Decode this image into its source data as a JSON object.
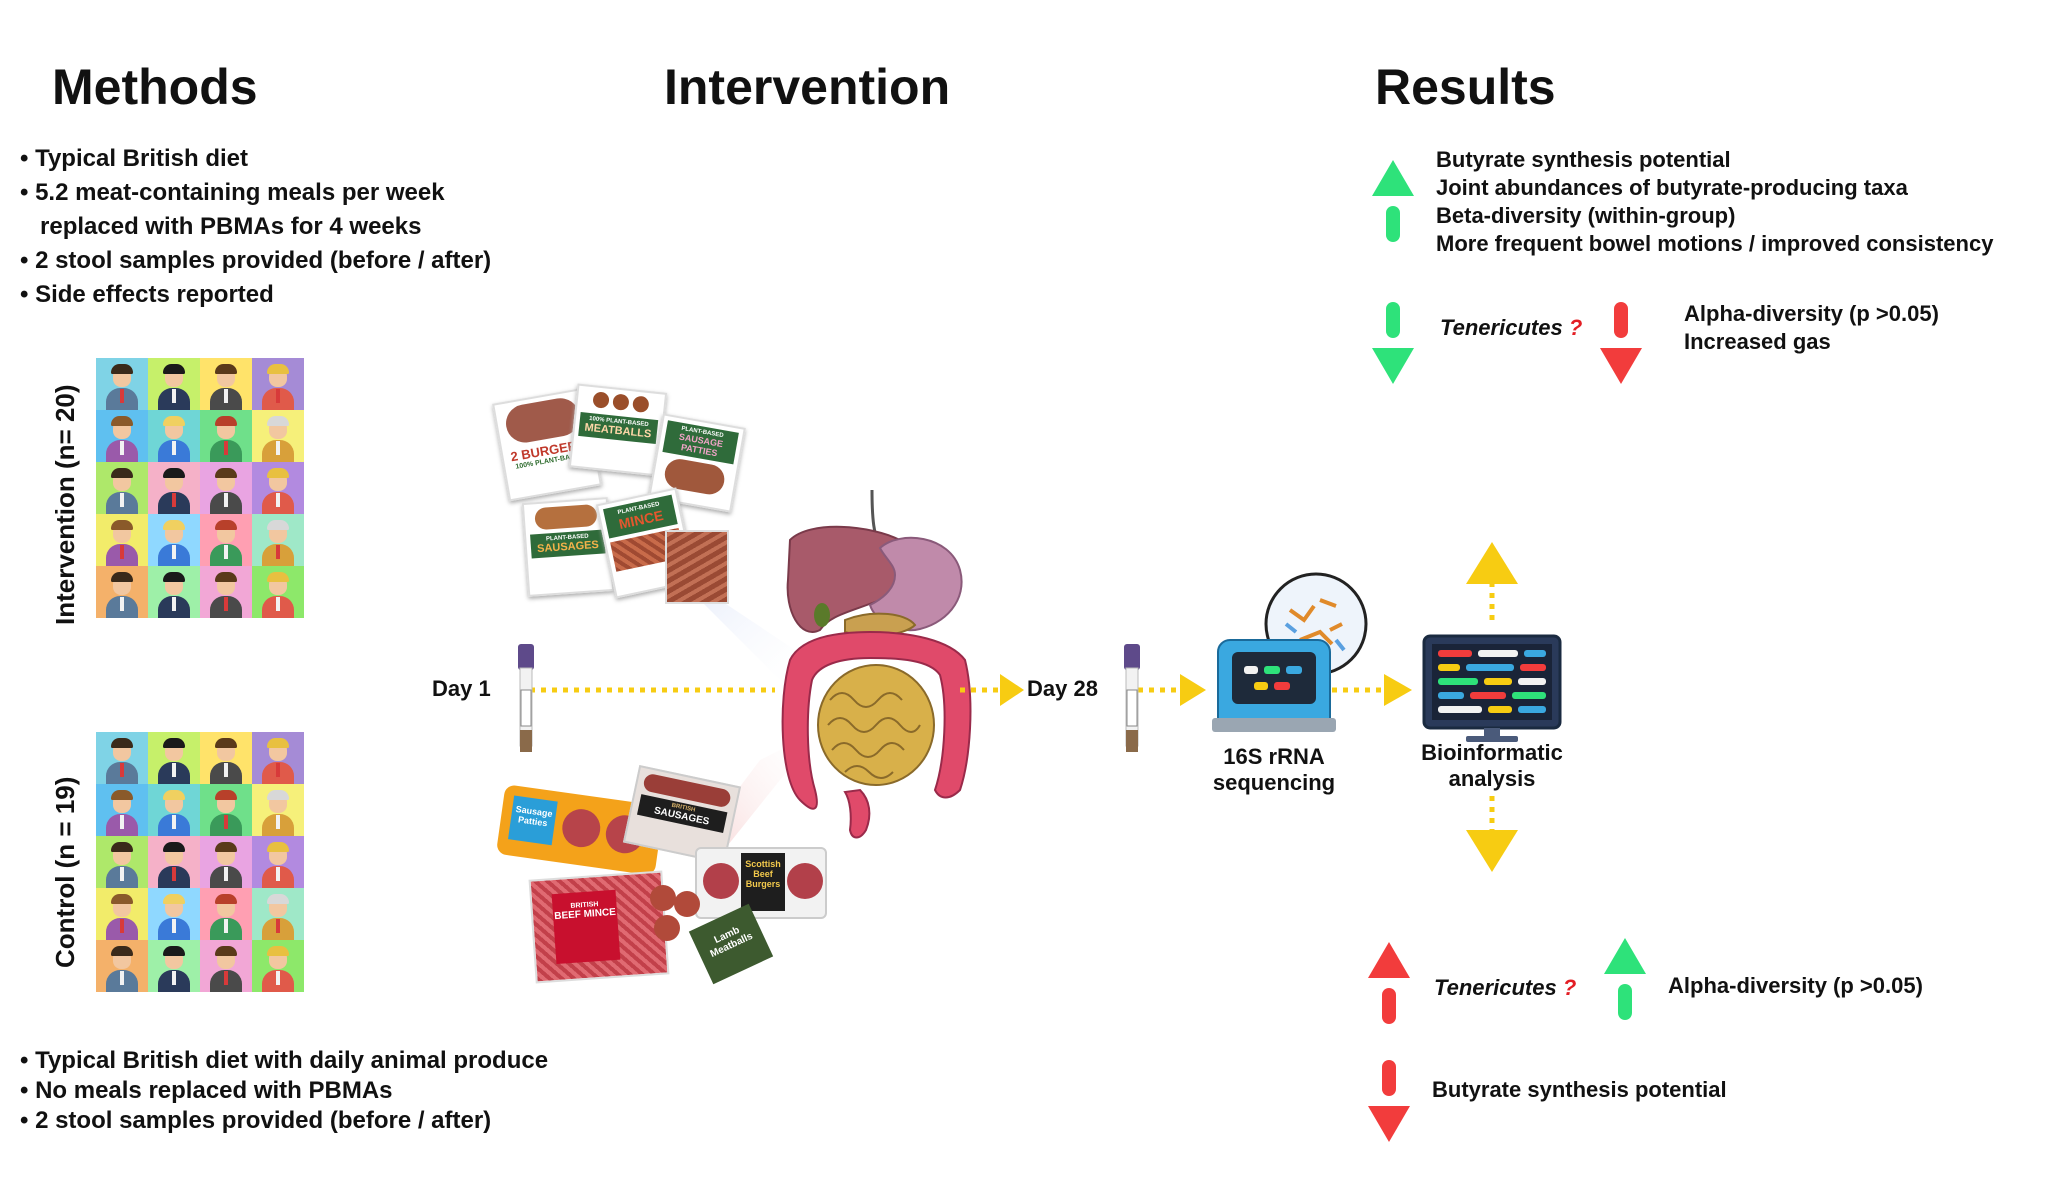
{
  "methods": {
    "title": "Methods",
    "intervention_bullets": [
      "• Typical British diet",
      "• 5.2 meat-containing meals per week",
      "   replaced with PBMAs for 4 weeks",
      "• 2 stool samples provided (before / after)",
      "• Side effects reported"
    ],
    "intervention_label": "Intervention (n= 20)",
    "control_label": "Control (n = 19)",
    "control_bullets": [
      "• Typical British diet with daily animal produce",
      "• No meals replaced with PBMAs",
      "• 2 stool samples provided (before / after)"
    ]
  },
  "intervention": {
    "title": "Intervention",
    "day_start": "Day 1",
    "day_end": "Day 28",
    "sequencing_label": "16S rRNA\nsequencing",
    "bioinformatic_label": "Bioinformatic\nanalysis",
    "plant_packs": [
      "2 BURGERS",
      "MEATBALLS",
      "SAUSAGE PATTIES",
      "SAUSAGES",
      "MINCE"
    ],
    "plant_subtext": [
      "100% PLANT-BASED",
      "100% PLANT-BASED",
      "PLANT-BASED",
      "PLANT-BASED",
      "PLANT-BASED"
    ],
    "meat_packs": [
      "Sausage Patties",
      "SAUSAGES",
      "Scottish Beef Burgers",
      "BEEF MINCE",
      "Lamb Meatballs"
    ],
    "meat_subtext": [
      "",
      "BRITISH",
      "",
      "BRITISH",
      ""
    ]
  },
  "results": {
    "title": "Results",
    "up_items": [
      "Butyrate synthesis potential",
      "Joint abundances of butyrate-producing taxa",
      "Beta-diversity (within-group)",
      "More frequent bowel motions / improved consistency"
    ],
    "intervention_tenericutes": "Tenericutes",
    "question_mark": "?",
    "intervention_down_items": [
      "Alpha-diversity (p >0.05)",
      "Increased gas"
    ],
    "control_tenericutes": "Tenericutes",
    "control_alpha": "Alpha-diversity (p >0.05)",
    "control_butyrate": "Butyrate synthesis potential"
  },
  "colors": {
    "green": "#2ee27a",
    "red": "#f23c3c",
    "yellow": "#f7cc12",
    "question": "#e31e24"
  }
}
